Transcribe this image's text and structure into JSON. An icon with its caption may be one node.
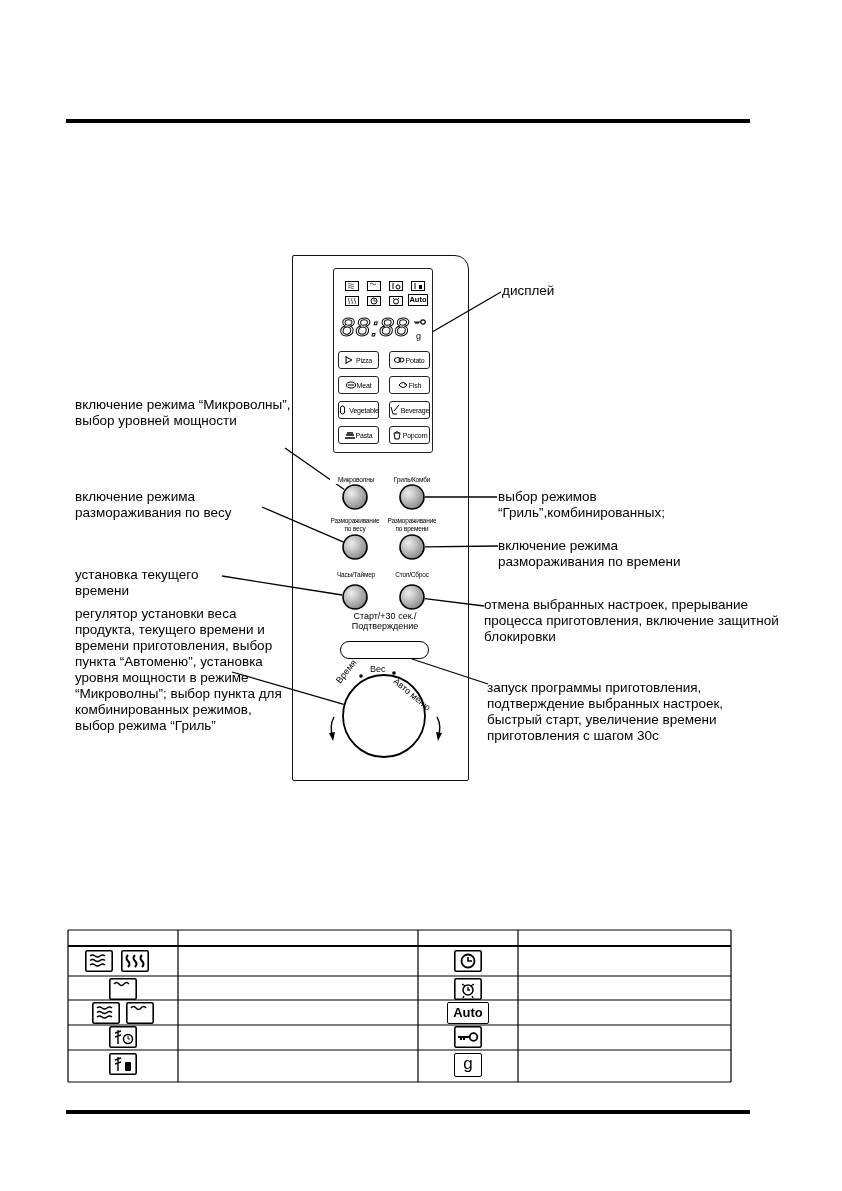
{
  "diagram": {
    "nodes": [
      {
        "text": [
          "дисплей"
        ]
      },
      {
        "text": [
          "88:88",
          "g"
        ]
      },
      {
        "text": [
          "Pizza"
        ],
        "in": 1
      },
      {
        "text": [
          "Potato"
        ],
        "in": 1
      },
      {
        "text": [
          "Meat"
        ],
        "in": 1
      },
      {
        "text": [
          "Fish"
        ],
        "in": 1
      },
      {
        "text": [
          "Vegetable"
        ],
        "in": 1
      },
      {
        "text": [
          "Beverage"
        ],
        "in": 1
      },
      {
        "text": [
          "Pasta"
        ],
        "in": 1
      },
      {
        "text": [
          "Popcorn"
        ],
        "in": 1
      },
      {
        "text": [
          "включение режима “Микроволны”, выбор уровней мощности"
        ]
      },
      {
        "text": [
          "Микроволны"
        ]
      },
      {
        "text": [
          "Гриль/Комби"
        ]
      },
      {
        "text": [
          "выбор режимов “Гриль”,комбинированных;"
        ]
      },
      {
        "text": [
          "включение режима размораживания по весу"
        ]
      },
      {
        "text": [
          "Размораживание по весу"
        ]
      },
      {
        "text": [
          "Размораживание по времени"
        ]
      },
      {
        "text": [
          "включение режима размораживания по времени"
        ]
      },
      {
        "text": [
          "установка текущего времени"
        ]
      },
      {
        "text": [
          "Часы/Таймер"
        ]
      },
      {
        "text": [
          "Стоп/Сброс"
        ]
      },
      {
        "text": [
          "отмена выбранных настроек, прерывание процесса приготовления, включение защитной блокировки"
        ]
      },
      {
        "text": [
          "Старт/+30 сек./ Подтверждение"
        ]
      },
      {
        "text": [
          "запуск программы приготовления, подтверждение выбранных настроек, быстрый старт, увеличение времени приготовления с шагом 30с"
        ]
      },
      {
        "text": [
          "регулятор установки веса продукта, текущего времени и времени приготовления, выбор пункта “Автоменю”, установка уровня мощности в режиме “Микроволны”; выбор пункта для комбинированных режимов, выбор режима “Гриль”"
        ]
      },
      {
        "text": [],
        "shape": "circle"
      }
    ],
    "edges": [
      {
        "from": 0,
        "to": 1,
        "arrow": "none"
      },
      {
        "from": 10,
        "to": 11,
        "arrow": "none"
      },
      {
        "from": 13,
        "to": 12,
        "arrow": "none"
      },
      {
        "from": 14,
        "to": 15,
        "arrow": "none"
      },
      {
        "from": 17,
        "to": 16,
        "arrow": "none"
      },
      {
        "from": 18,
        "to": 19,
        "arrow": "none"
      },
      {
        "from": 21,
        "to": 20,
        "arrow": "none"
      },
      {
        "from": 23,
        "to": 22,
        "arrow": "none"
      },
      {
        "from": 24,
        "to": 25,
        "arrow": "none"
      }
    ],
    "labels": [
      "Auto",
      "Время",
      "Вес",
      "Авто меню",
      "Auto",
      "g"
    ]
  }
}
